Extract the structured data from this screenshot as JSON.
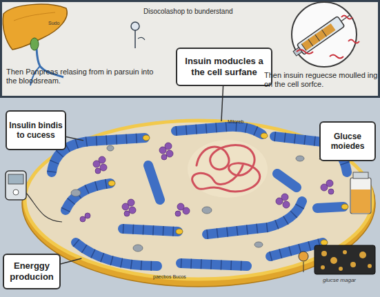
{
  "diagram": {
    "nodes": [
      {
        "text": [
          "Disocolashop to bunderstand",
          "Then Panpreas relasing from in parsuin into the bloodsream.",
          "Then insuin reguecse moulled ing on the cell sorfce."
        ]
      },
      {
        "text": [
          "Insuin moducles a the cell surfane"
        ],
        "in": 0
      },
      {
        "text": [
          "Insulin bindis to cucess"
        ]
      },
      {
        "text": [
          "Glucse moiedes"
        ]
      },
      {
        "text": [
          "Mitoreb",
          "paecbos Bucos"
        ]
      },
      {
        "text": [
          "Energgy producion"
        ]
      }
    ],
    "edges": [
      {
        "from": 1,
        "to": 4,
        "arrow": "none"
      },
      {
        "from": 2,
        "to": 4,
        "arrow": "none"
      },
      {
        "from": 3,
        "to": 4,
        "arrow": "none"
      },
      {
        "from": 5,
        "to": 4,
        "arrow": "none"
      }
    ],
    "labels": [
      "Sudo",
      "glucse magar"
    ]
  }
}
